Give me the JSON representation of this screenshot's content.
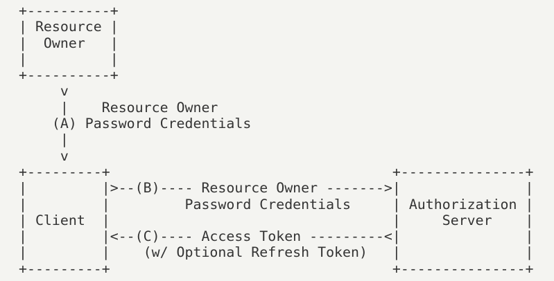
{
  "diagram": {
    "kind": "ascii-flow-diagram",
    "colors": {
      "background": "#f4f4f1",
      "text": "#333333"
    },
    "ascii_lines": [
      "+----------+",
      "| Resource |",
      "|  Owner   |",
      "|          |",
      "+----------+",
      "     v",
      "     |    Resource Owner",
      "    (A) Password Credentials",
      "     |",
      "     v",
      "+---------+                                  +---------------+",
      "|         |>--(B)---- Resource Owner ------->|               |",
      "|         |         Password Credentials     | Authorization |",
      "| Client  |                                  |     Server    |",
      "|         |<--(C)---- Access Token ---------<|               |",
      "|         |    (w/ Optional Refresh Token)   |               |",
      "+---------+                                  +---------------+"
    ],
    "entities": [
      {
        "label": "Resource Owner"
      },
      {
        "label": "Client"
      },
      {
        "label": "Authorization Server"
      }
    ],
    "steps": [
      {
        "id": "(A)",
        "caption": "Resource Owner Password Credentials",
        "from": "Resource Owner",
        "to": "Client",
        "arrow": "v"
      },
      {
        "id": "(B)",
        "caption": "Resource Owner Password Credentials",
        "from": "Client",
        "to": "Authorization Server",
        "arrow": ">"
      },
      {
        "id": "(C)",
        "caption": "Access Token (w/ Optional Refresh Token)",
        "from": "Authorization Server",
        "to": "Client",
        "arrow": "<"
      }
    ]
  }
}
